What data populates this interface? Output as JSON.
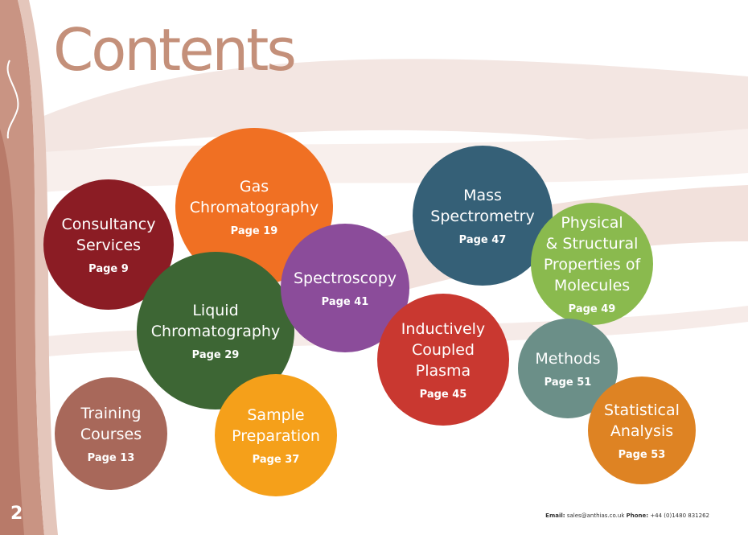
{
  "title": "Contents",
  "page_number": "2",
  "footer": {
    "email_label": "Email:",
    "email": "sales@anthias.co.uk",
    "phone_label": "Phone:",
    "phone": "+44 (0)1480 831262"
  },
  "colors": {
    "title": "#c4907a",
    "consultancy": "#8b1c24",
    "gas": "#f07023",
    "liquid": "#3d6634",
    "spectroscopy": "#8b4c9a",
    "training": "#a8685a",
    "sample": "#f5a01a",
    "mass": "#356077",
    "icp": "#c93830",
    "physical": "#8aba4e",
    "methods": "#6b8f88",
    "statistical": "#de8323"
  },
  "bubbles": [
    {
      "key": "consultancy",
      "label": "Consultancy\nServices",
      "page": "Page 9"
    },
    {
      "key": "gas",
      "label": "Gas\nChromatography",
      "page": "Page 19"
    },
    {
      "key": "liquid",
      "label": "Liquid\nChromatography",
      "page": "Page 29"
    },
    {
      "key": "spectroscopy",
      "label": "Spectroscopy",
      "page": "Page 41"
    },
    {
      "key": "training",
      "label": "Training\nCourses",
      "page": "Page 13"
    },
    {
      "key": "sample",
      "label": "Sample\nPreparation",
      "page": "Page 37"
    },
    {
      "key": "mass",
      "label": "Mass\nSpectrometry",
      "page": "Page 47"
    },
    {
      "key": "icp",
      "label": "Inductively\nCoupled\nPlasma",
      "page": "Page 45"
    },
    {
      "key": "physical",
      "label": "Physical\n& Structural\nProperties of\nMolecules",
      "page": "Page 49"
    },
    {
      "key": "methods",
      "label": "Methods",
      "page": "Page 51"
    },
    {
      "key": "statistical",
      "label": "Statistical\nAnalysis",
      "page": "Page 53"
    }
  ]
}
